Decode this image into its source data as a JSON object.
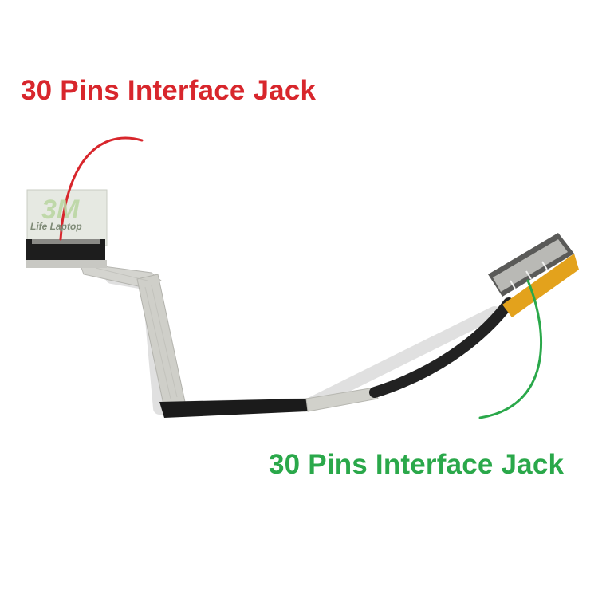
{
  "annotations": {
    "top_label": "30 Pins Interface Jack",
    "bottom_label": "30 Pins Interface Jack"
  },
  "sticker": {
    "brand_mark": "3M",
    "brand_text": "Life Laptop"
  },
  "colors": {
    "top_label": "#d8262c",
    "bottom_label": "#2aa84a",
    "cable_foil": "#c9c9c4",
    "cable_black": "#1c1c1c",
    "connector_tape": "#e3a21c"
  }
}
